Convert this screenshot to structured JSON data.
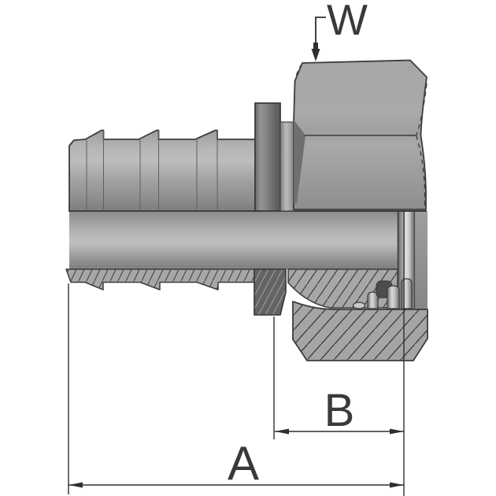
{
  "diagram": {
    "kind": "technical-drawing-cross-section",
    "subject": "hose barb fitting with female swivel hex nut, half-section view",
    "labels": {
      "wrench_size": "W",
      "overall_length": "A",
      "nut_length": "B"
    },
    "colors": {
      "background": "#ffffff",
      "outline": "#3c3c3c",
      "body_gray": "#a8a8a8",
      "collar_dark_gray": "#6a6a6a",
      "bore_highlight": "#bcbebd",
      "tube_highlight": "#e2e2e2",
      "thread_dark": "#4d4d4d",
      "dimension_line": "#2f2f2f",
      "text": "#3a3a3a"
    }
  }
}
